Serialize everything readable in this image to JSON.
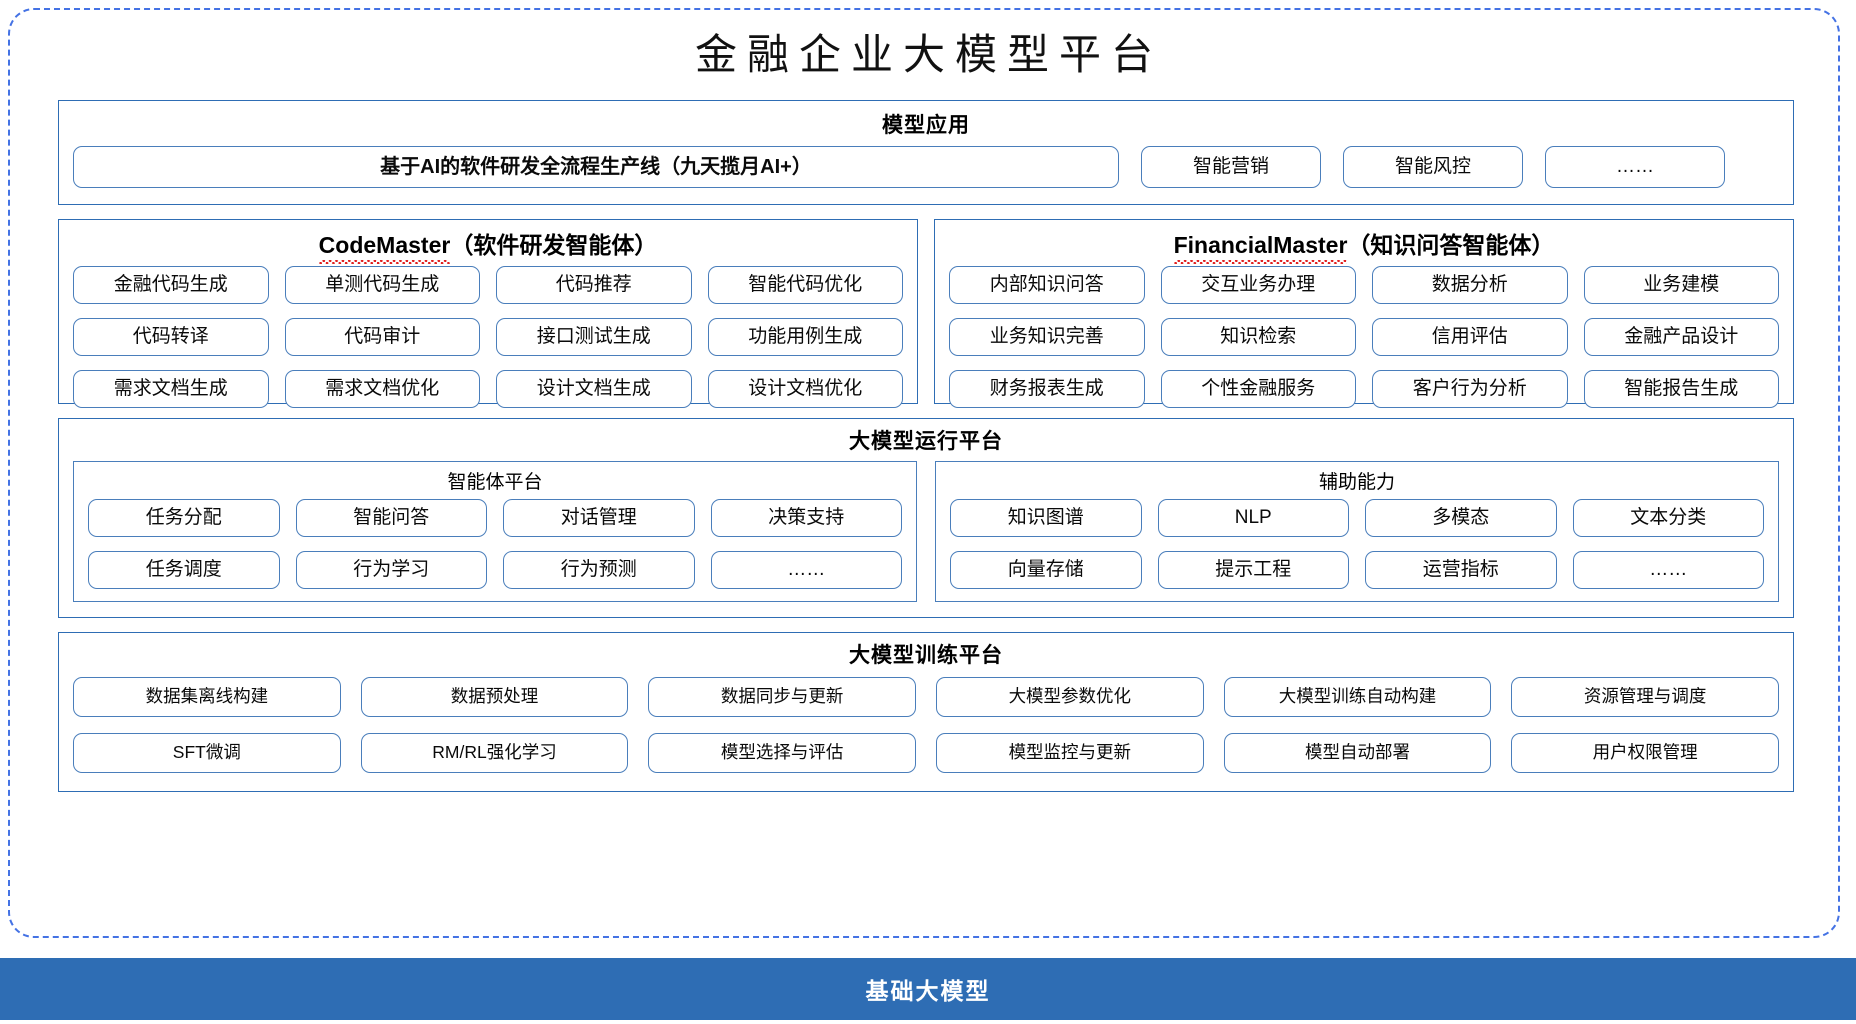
{
  "title": "金融企业大模型平台",
  "colors": {
    "accent_blue": "#2e6db4",
    "pill_border": "#4a7ebb",
    "dashed_border": "#4472e4",
    "spellcheck_red": "#e02020"
  },
  "model_application": {
    "title": "模型应用",
    "pipeline": "基于AI的软件研发全流程生产线（九天揽月AI+）",
    "apps": [
      "智能营销",
      "智能风控",
      "……"
    ]
  },
  "agents": [
    {
      "name": "CodeMaster",
      "suffix": "（软件研发智能体）",
      "items": [
        "金融代码生成",
        "单测代码生成",
        "代码推荐",
        "智能代码优化",
        "代码转译",
        "代码审计",
        "接口测试生成",
        "功能用例生成",
        "需求文档生成",
        "需求文档优化",
        "设计文档生成",
        "设计文档优化"
      ]
    },
    {
      "name": "FinancialMaster",
      "suffix": "（知识问答智能体）",
      "items": [
        "内部知识问答",
        "交互业务办理",
        "数据分析",
        "业务建模",
        "业务知识完善",
        "知识检索",
        "信用评估",
        "金融产品设计",
        "财务报表生成",
        "个性金融服务",
        "客户行为分析",
        "智能报告生成"
      ]
    }
  ],
  "runtime_platform": {
    "title": "大模型运行平台",
    "subsections": [
      {
        "title": "智能体平台",
        "items": [
          "任务分配",
          "智能问答",
          "对话管理",
          "决策支持",
          "任务调度",
          "行为学习",
          "行为预测",
          "……"
        ]
      },
      {
        "title": "辅助能力",
        "items": [
          "知识图谱",
          "NLP",
          "多模态",
          "文本分类",
          "向量存储",
          "提示工程",
          "运营指标",
          "……"
        ]
      }
    ]
  },
  "training_platform": {
    "title": "大模型训练平台",
    "items": [
      "数据集离线构建",
      "数据预处理",
      "数据同步与更新",
      "大模型参数优化",
      "大模型训练自动构建",
      "资源管理与调度",
      "SFT微调",
      "RM/RL强化学习",
      "模型选择与评估",
      "模型监控与更新",
      "模型自动部署",
      "用户权限管理"
    ]
  },
  "base_model": {
    "label": "基础大模型"
  }
}
